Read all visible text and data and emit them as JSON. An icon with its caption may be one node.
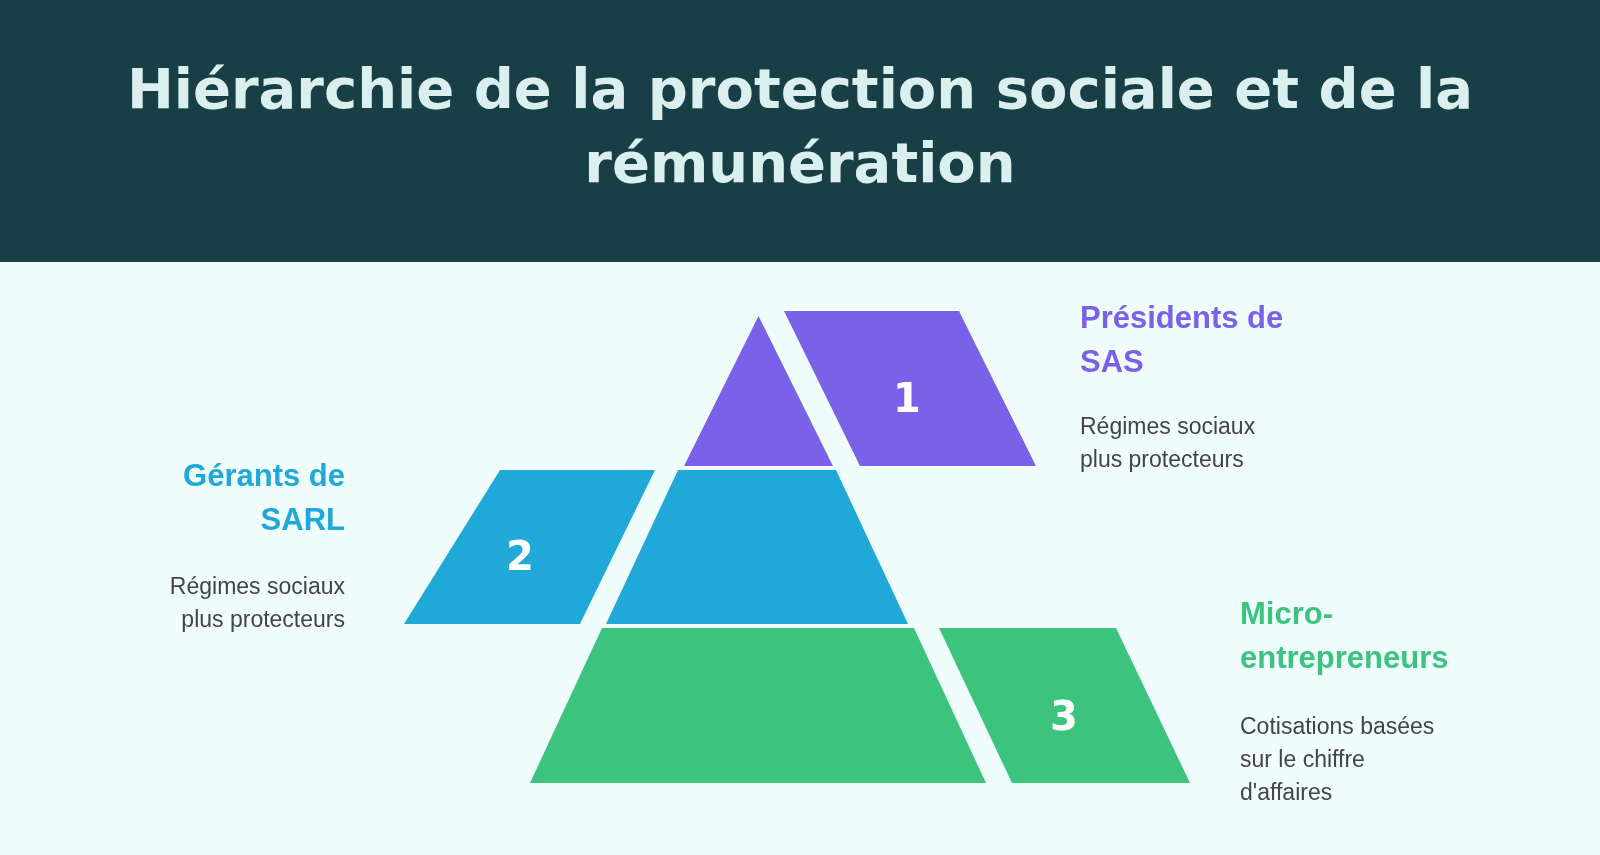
{
  "diagram": {
    "title": "Hiérarchie de la protection sociale et de la rémunération",
    "nodes": [
      {
        "text": [],
        "shape": "triangle"
      },
      {
        "text": [
          "1"
        ],
        "beside": [
          "Présidents de SAS",
          "Régimes sociaux plus protecteurs"
        ]
      },
      {
        "text": [],
        "shape": "trapezoid"
      },
      {
        "text": [
          "2"
        ],
        "beside": [
          "Gérants de SARL",
          "Régimes sociaux plus protecteurs"
        ]
      },
      {
        "text": [],
        "shape": "trapezoid"
      },
      {
        "text": [
          "3"
        ],
        "beside": [
          "Micro-entrepreneurs",
          "Cotisations basées sur le chiffre d'affaires"
        ]
      }
    ]
  }
}
